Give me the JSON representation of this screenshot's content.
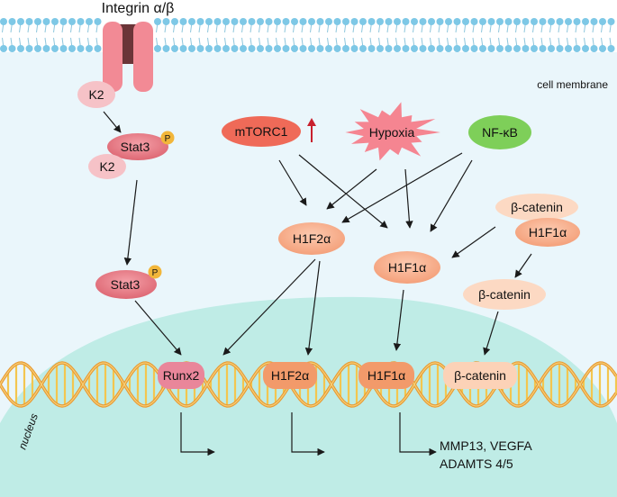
{
  "labels": {
    "integrin": "Integrin α/β",
    "cell_membrane": "cell membrane",
    "nucleus": "nucleus"
  },
  "nodes": {
    "k2_top": "K2",
    "stat3_phos_upper": "Stat3",
    "k2_lower": "K2",
    "stat3_phos_lower": "Stat3",
    "phospho_badge": "P",
    "mtorc1": "mTORC1",
    "hypoxia": "Hypoxia",
    "nfkb": "NF-κB",
    "h1f2a_cyto": "H1F2α",
    "h1f1a_cyto": "H1F1α",
    "bcatenin_complex": "β-catenin",
    "h1f1a_complex": "H1F1α",
    "bcatenin_cyto": "β-catenin",
    "runx2_dna": "Runx2",
    "h1f2a_dna": "H1F2α",
    "h1f1a_dna": "H1F1α",
    "bcatenin_dna": "β-catenin"
  },
  "targets": {
    "line1": "MMP13, VEGFA",
    "line2": "ADAMTS 4/5"
  },
  "colors": {
    "membrane_head": "#7ec8e6",
    "cytoplasm": "#eaf6fb",
    "nucleus": "#bfece6",
    "integrin": "#f28a95",
    "integrin_dark": "#6b3538",
    "k2": "#f6c2c7",
    "stat3": "#e97c86",
    "phospho": "#f2b63a",
    "mtorc1": "#ef6a58",
    "hypoxia": "#f58591",
    "nfkb": "#7ecf59",
    "hif": "#f8b08e",
    "bcatenin": "#fcd9c3",
    "runx2": "#e9869a",
    "dna_orange": "#e89a33",
    "dna_yellow": "#f3c64f",
    "up_arrow": "#c8202d"
  }
}
